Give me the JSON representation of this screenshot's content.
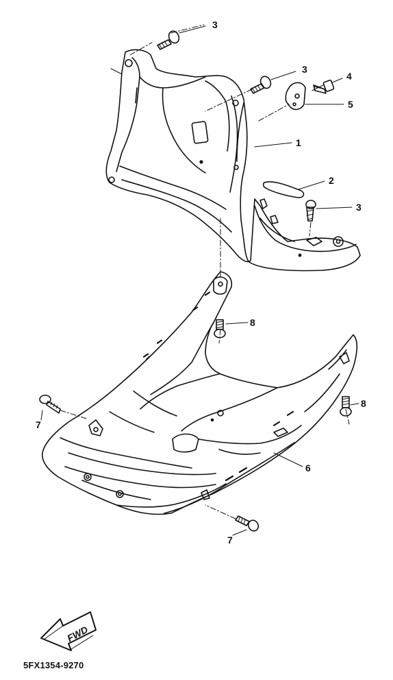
{
  "diagram": {
    "part_code": "5FX1354-9270",
    "direction_label": "FWD",
    "callouts": {
      "c1": "1",
      "c2": "2",
      "c3a": "3",
      "c3b": "3",
      "c3c": "3",
      "c4": "4",
      "c5": "5",
      "c6": "6",
      "c7a": "7",
      "c7b": "7",
      "c8a": "8",
      "c8b": "8"
    }
  },
  "colors": {
    "ink": "#111111",
    "paper": "#ffffff"
  }
}
